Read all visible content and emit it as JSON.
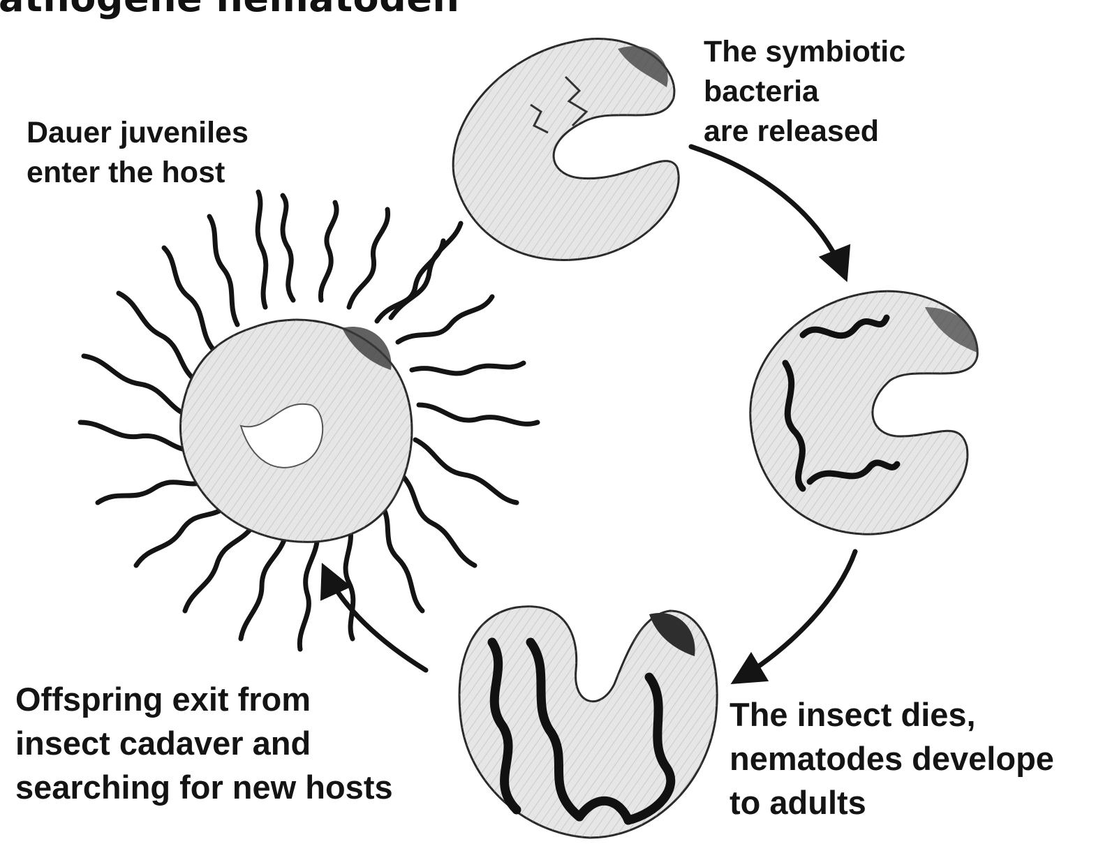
{
  "title": "athogene nematoden",
  "stages": {
    "bacteria": {
      "lines": [
        "The symbiotic",
        "bacteria",
        "are released"
      ]
    },
    "dauer": {
      "lines": [
        "Dauer juveniles",
        "enter the host"
      ]
    },
    "offspring": {
      "lines": [
        "Offspring exit from",
        "insect cadaver and",
        "searching for new hosts"
      ]
    },
    "dies": {
      "lines": [
        "The insect dies,",
        "nematodes develope",
        "to adults"
      ]
    }
  },
  "colors": {
    "ink": "#141414",
    "larva_fill": "#e4e4e4",
    "larva_stroke": "#2a2a2a",
    "dark_head": "#3a3a3a"
  }
}
